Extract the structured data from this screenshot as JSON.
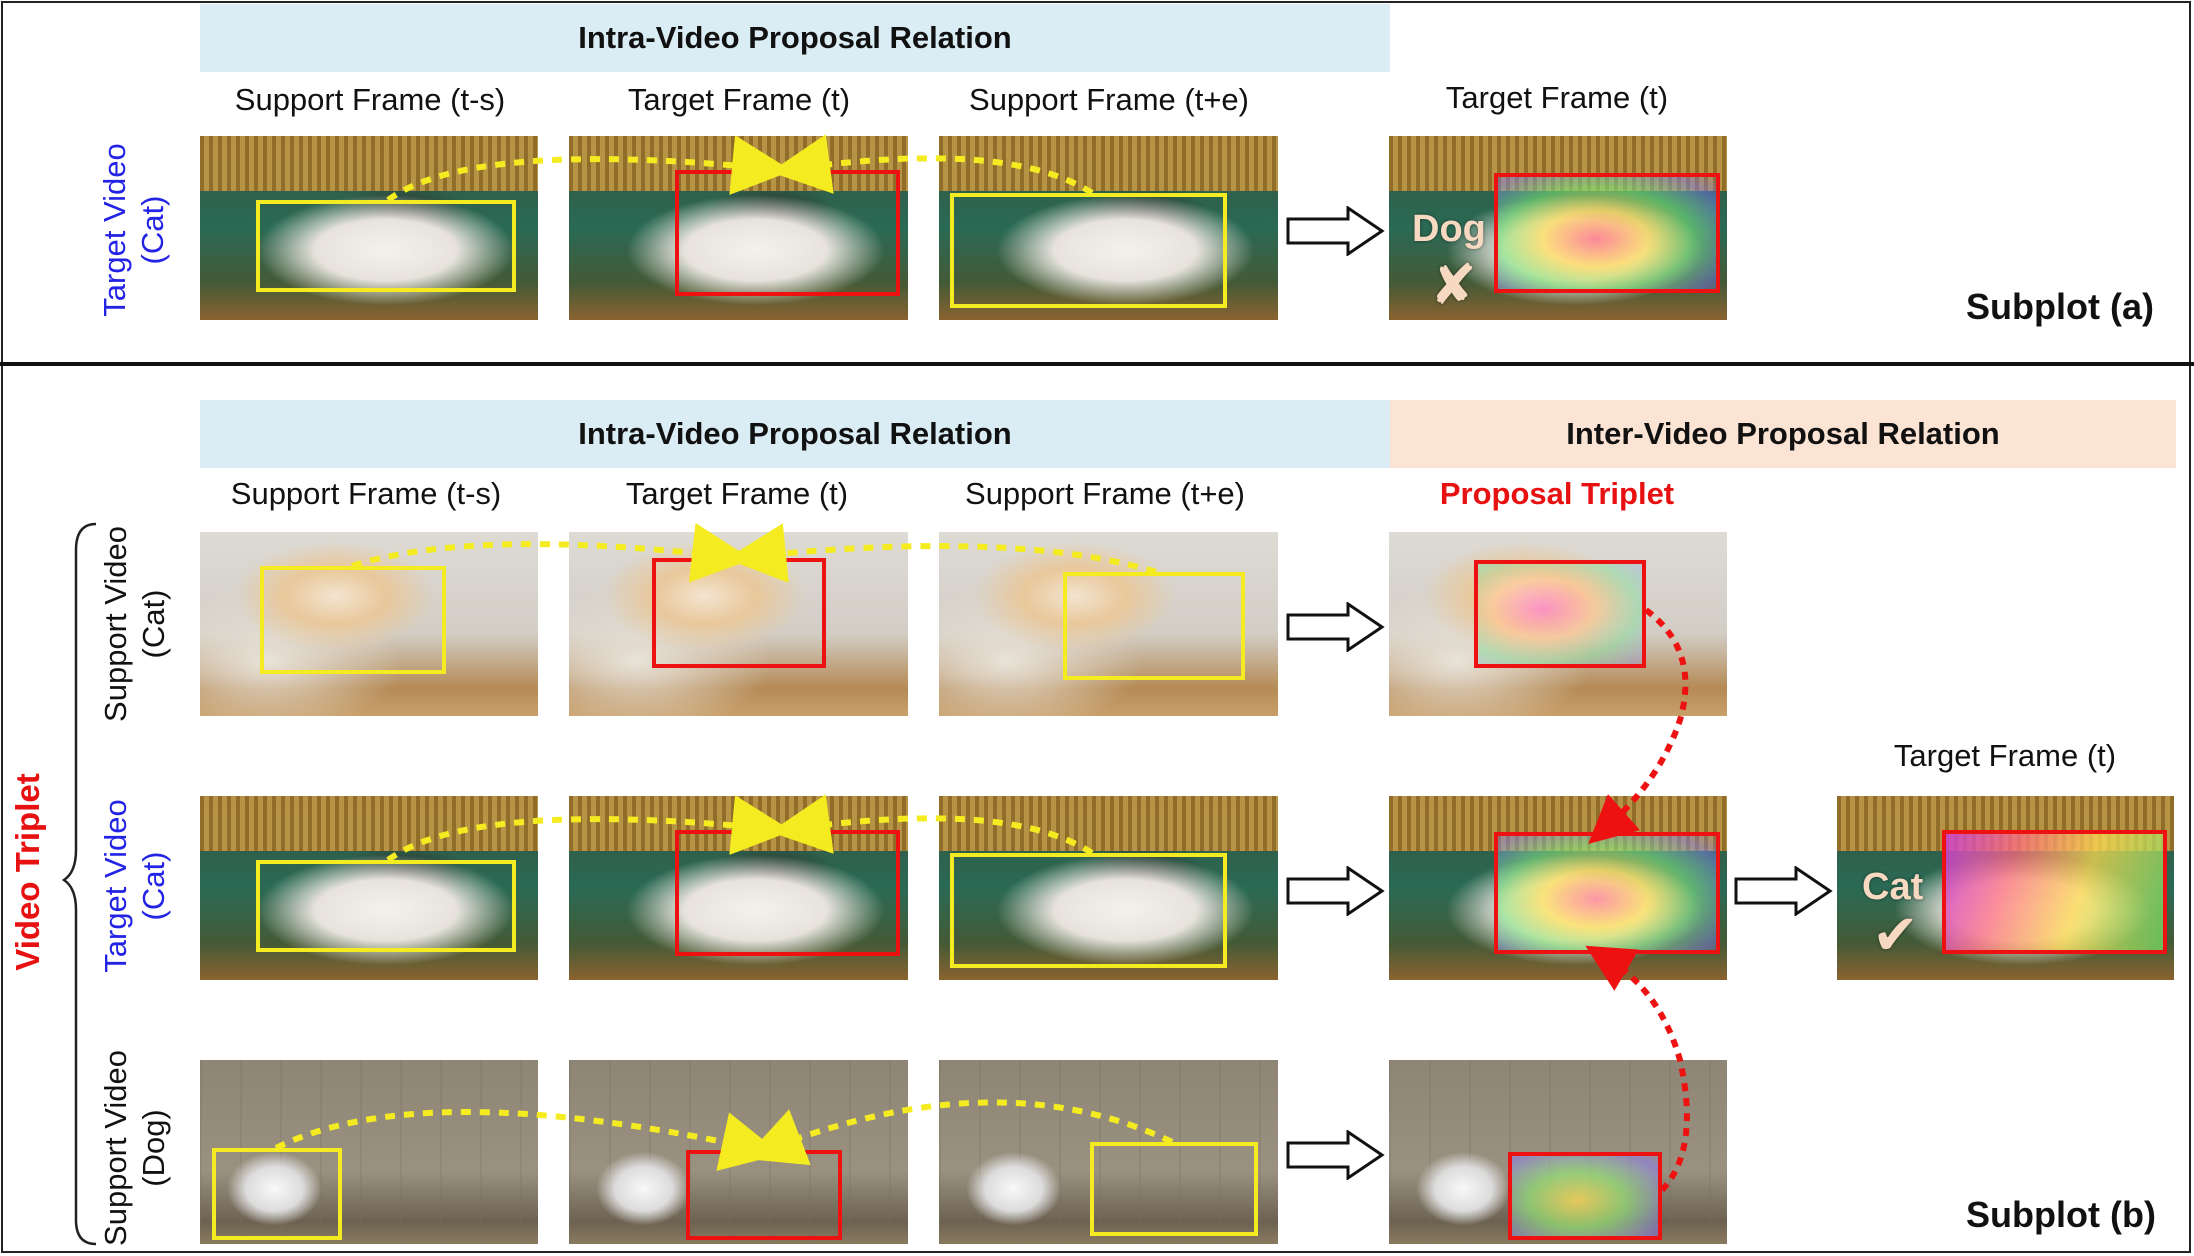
{
  "subplot_a": {
    "banner": "Intra-Video Proposal Relation",
    "columns": [
      "Support Frame (t-s)",
      "Target Frame (t)",
      "Support Frame (t+e)"
    ],
    "result_label": "Target Frame (t)",
    "row_label": "Target Video\n(Cat)",
    "prediction": "Dog",
    "prediction_mark": "✘",
    "tag": "Subplot (a)"
  },
  "subplot_b": {
    "banner_intra": "Intra-Video Proposal Relation",
    "banner_inter": "Inter-Video Proposal Relation",
    "columns": [
      "Support Frame (t-s)",
      "Target Frame (t)",
      "Support Frame (t+e)"
    ],
    "triplet_label": "Proposal Triplet",
    "final_label": "Target Frame (t)",
    "group_label": "Video Triplet",
    "rows": [
      {
        "label": "Support Video\n(Cat)",
        "color": "black"
      },
      {
        "label": "Target Video\n(Cat)",
        "color": "blue"
      },
      {
        "label": "Support Video\n(Dog)",
        "color": "black"
      }
    ],
    "prediction": "Cat",
    "prediction_mark": "✔",
    "tag": "Subplot (b)"
  },
  "colors": {
    "intra_banner": "#daedf4",
    "inter_banner": "#fbe4d4",
    "support_box": "#f4ec20",
    "target_box": "#ee1111",
    "target_video_text": "#2323e6",
    "accent_red": "#e81111"
  }
}
